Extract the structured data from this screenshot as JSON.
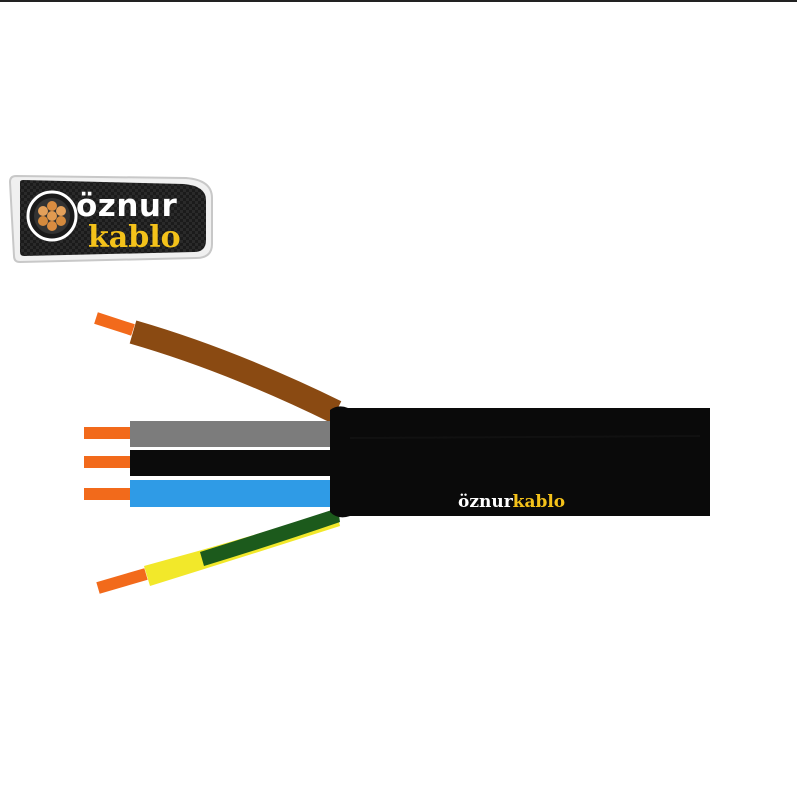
{
  "logo": {
    "brand_word1": "öznur",
    "brand_word2": "kablo",
    "icon": "cable-strand-cross-section-icon"
  },
  "cable": {
    "jacket_text_1": "öznur",
    "jacket_text_2": "kablo",
    "colors": {
      "jacket": "#0a0a0a",
      "brown": "#8a4a12",
      "grey": "#7c7c7c",
      "black": "#0b0b0b",
      "blue": "#2f9be6",
      "yellow": "#f2e82a",
      "green": "#1c5a1c",
      "copper": "#f26a1b",
      "brand_gold": "#f4c21a"
    }
  }
}
